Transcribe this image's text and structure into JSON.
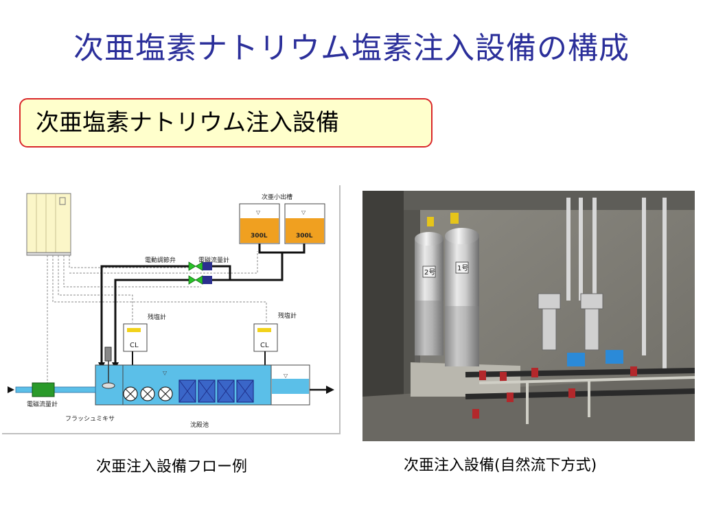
{
  "slide": {
    "title": "次亜塩素ナトリウム塩素注入設備の構成",
    "subtitle": "次亜塩素ナトリウム注入設備"
  },
  "diagram": {
    "tank_group_label": "次亜小出槽",
    "tank_left_volume": "300L",
    "tank_right_volume": "300L",
    "valve_label": "電動調節弁",
    "flowmeter_top_label": "電磁流量計",
    "residual_chlorine_left_label": "残塩計",
    "residual_chlorine_right_label": "残塩計",
    "cl_left": "CL",
    "cl_right": "CL",
    "inlet_flowmeter_label": "電磁流量計",
    "flash_mixer_label": "フラッシュミキサ",
    "settling_basin_label": "沈殿池"
  },
  "photo": {
    "tank_no2_label": "2号",
    "tank_no1_label": "1号"
  },
  "captions": {
    "left": "次亜注入設備フロー例",
    "right": "次亜注入設備(自然流下方式)"
  },
  "colors": {
    "title": "#2b2f9a",
    "subtitle_border": "#d9272b",
    "subtitle_fill": "#ffffcc",
    "water": "#5bbfe8",
    "tank_liquid": "#f0a020",
    "flowmeter": "#2a9a2a",
    "valve": "#28c428",
    "meter_blue": "#2b2f8f"
  }
}
